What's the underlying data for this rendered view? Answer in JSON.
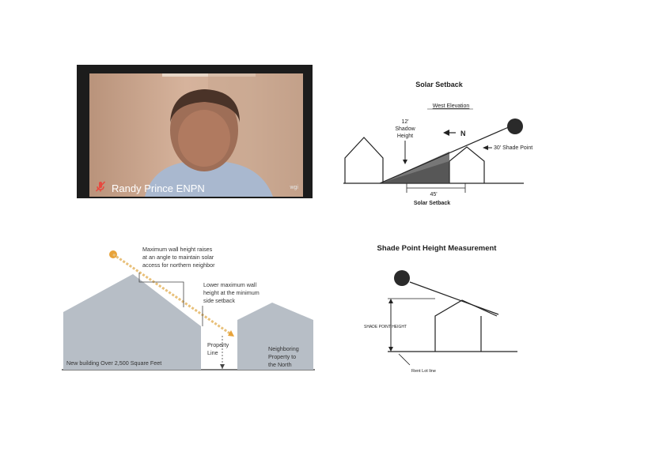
{
  "video_tile": {
    "participant_name": "Randy Prince ENPN",
    "logo_text": "wgi",
    "mic_icon": "mic-muted-icon",
    "mic_color": "#e8493f"
  },
  "solar_setback": {
    "title": "Solar Setback",
    "subtitle": "West Elevation",
    "shadow_label_1": "12'",
    "shadow_label_2": "Shadow",
    "shadow_label_3": "Height",
    "north_label": "N",
    "shade_point_label": "30' Shade Point",
    "distance_label": "45'",
    "caption": "Solar Setback"
  },
  "wall_height_diagram": {
    "note_1_line_1": "Maximum wall height raises",
    "note_1_line_2": "at an angle to maintain solar",
    "note_1_line_3": "access for northern neighbor",
    "note_2_line_1": "Lower maximum wall",
    "note_2_line_2": "height at the minimum",
    "note_2_line_3": "side setback",
    "property_line_1": "Property",
    "property_line_2": "Line",
    "neighbor_line_1": "Neighboring",
    "neighbor_line_2": "Property to",
    "neighbor_line_3": "the North",
    "building_label": "New building Over 2,500 Square Feet",
    "sun_color": "#e8a33a"
  },
  "shade_point": {
    "title": "Shade Point Height Measurement",
    "height_label": "SHADE POINT HEIGHT",
    "lot_line_label": "Rent Lot line"
  }
}
